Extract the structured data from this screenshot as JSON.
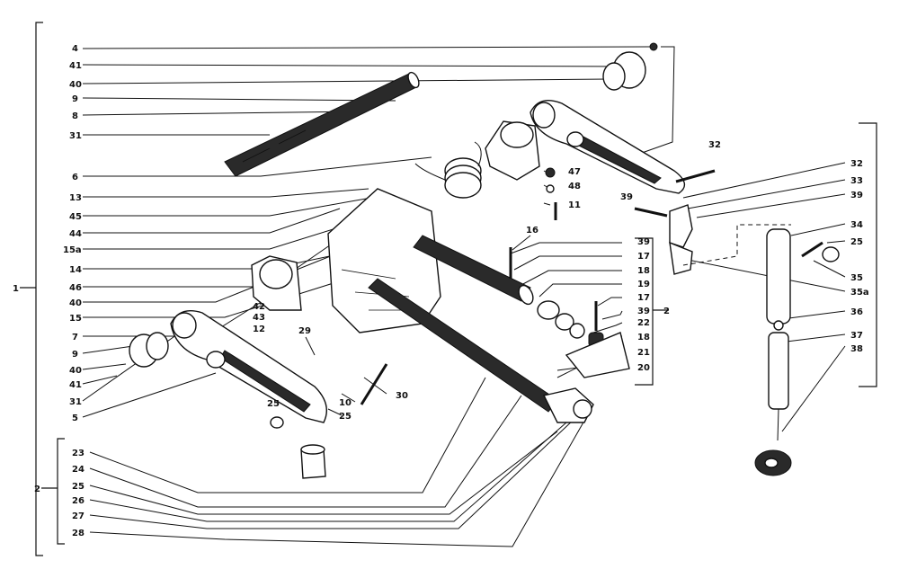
{
  "labels": {
    "l4": "4",
    "l41a": "41",
    "l40a": "40",
    "l9a": "9",
    "l8": "8",
    "l31a": "31",
    "l6": "6",
    "l13": "13",
    "l45": "45",
    "l44": "44",
    "l15aa": "15a",
    "l14": "14",
    "l46": "46",
    "l40b": "40",
    "l15": "15",
    "l7": "7",
    "l9b": "9",
    "l40c": "40",
    "l41b": "41",
    "l31b": "31",
    "l5": "5",
    "l42": "42",
    "l43": "43",
    "l12": "12",
    "l29": "29",
    "l25a": "25",
    "l10": "10",
    "l25b": "25",
    "l30": "30",
    "l47": "47",
    "l48": "48",
    "l11": "11",
    "l16": "16",
    "l39a": "39",
    "l17a": "17",
    "l18a": "18",
    "l19": "19",
    "l17b": "17",
    "l39b": "39",
    "l22": "22",
    "l18b": "18",
    "l21": "21",
    "l20": "20",
    "l2a": "2",
    "l32a": "32",
    "l32b": "32",
    "l33": "33",
    "l39c": "39",
    "l39d": "39",
    "l34": "34",
    "l25c": "25",
    "l35": "35",
    "l35a": "35a",
    "l36": "36",
    "l37": "37",
    "l38": "38",
    "l1": "1",
    "l2b": "2",
    "l23": "23",
    "l24": "24",
    "l25d": "25",
    "l26": "26",
    "l27": "27",
    "l28": "28"
  }
}
